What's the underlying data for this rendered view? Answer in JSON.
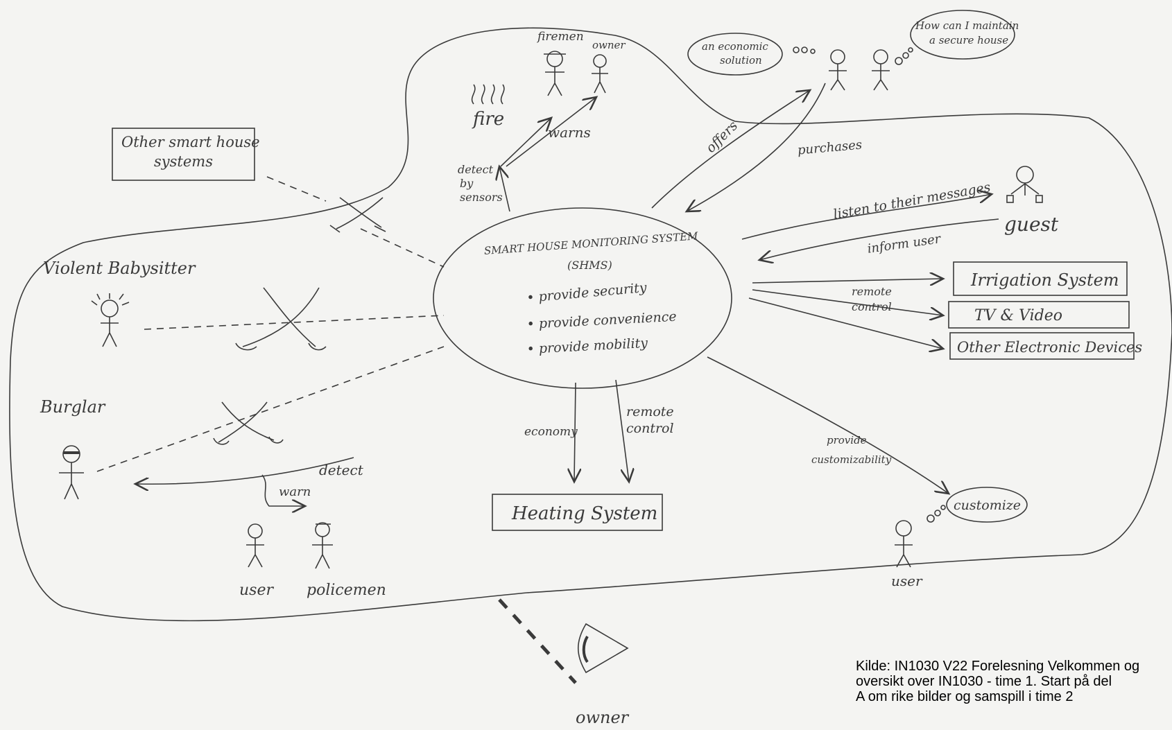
{
  "system": {
    "title": "SMART HOUSE MONITORING SYSTEM",
    "abbr": "(SHMS)",
    "goals": [
      "• provide security",
      "• provide convenience",
      "• provide mobility"
    ]
  },
  "actors": {
    "firemen": "firemen",
    "owner_top": "owner",
    "fire": "fire",
    "guest": "guest",
    "violent_babysitter": "Violent Babysitter",
    "burglar": "Burglar",
    "user_left": "user",
    "policemen": "policemen",
    "user_right": "user",
    "owner_bottom": "owner"
  },
  "thoughts": {
    "economic": [
      "an economic",
      "solution"
    ],
    "secure": [
      "How can I maintain",
      "a secure house"
    ],
    "customize": "customize"
  },
  "boxes": {
    "other_systems": [
      "Other smart house",
      "systems"
    ],
    "irrigation": "Irrigation System",
    "tv": "TV & Video",
    "other_devices": "Other Electronic Devices",
    "heating": "Heating System"
  },
  "labels": {
    "detect_by_sensors": [
      "detect",
      "by",
      "sensors"
    ],
    "warns": "warns",
    "offers": "offers",
    "purchases": "purchases",
    "listen": "listen to their messages",
    "inform_user": "inform user",
    "remote_control_right": [
      "remote",
      "control"
    ],
    "economy": "economy",
    "remote_control_bottom": [
      "remote",
      "control"
    ],
    "provide_customizability": [
      "provide",
      "customizability"
    ],
    "detect": "detect",
    "warn": "warn"
  },
  "caption": [
    "Kilde: IN1030 V22 Forelesning Velkommen og",
    "oversikt over IN1030 - time 1. Start på del",
    "A om rike bilder og samspill i time 2"
  ]
}
